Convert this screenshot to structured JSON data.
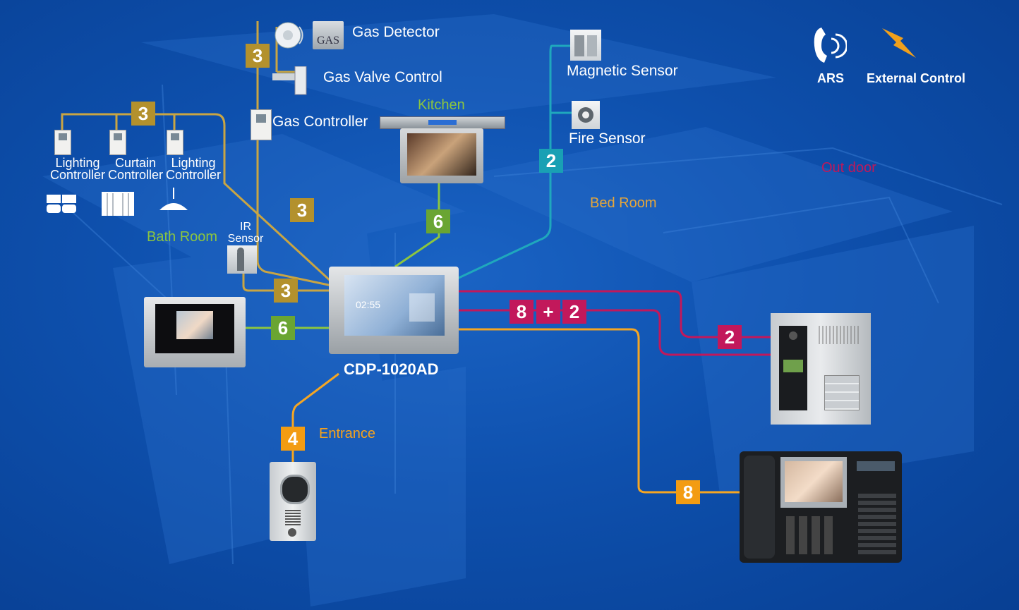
{
  "labels": {
    "gas_detector": "Gas Detector",
    "gas_valve_control": "Gas Valve Control",
    "gas_controller": "Gas Controller",
    "magnetic_sensor": "Magnetic Sensor",
    "fire_sensor": "Fire Sensor",
    "kitchen": "Kitchen",
    "bed_room": "Bed Room",
    "out_door": "Out door",
    "bath_room": "Bath Room",
    "ir_sensor": "IR Sensor",
    "lighting_controller_1": "Lighting Controller",
    "curtain_controller": "Curtain Controller",
    "lighting_controller_2": "Lighting Controller",
    "entrance": "Entrance",
    "model": "CDP-1020AD",
    "ars": "ARS",
    "external_control": "External Control",
    "gas_sign": "GAS"
  },
  "badges": {
    "gas_top": "3",
    "lighting_group": "3",
    "gas_line": "3",
    "ir_sensor": "3",
    "kitchen": "6",
    "bath_monitor": "6",
    "sensors": "2",
    "outdoor_a": "8",
    "outdoor_plus": "+",
    "outdoor_b": "2",
    "outdoor_panel": "2",
    "entrance": "4",
    "guard_phone": "8"
  },
  "colors": {
    "background": "#0e50ad",
    "gold_line": "#c9a543",
    "green_line": "#8cc63f",
    "teal_line": "#1fa8bd",
    "orange_line": "#f5a623",
    "magenta_line": "#c2185b"
  },
  "screen": {
    "time": "02:55"
  }
}
